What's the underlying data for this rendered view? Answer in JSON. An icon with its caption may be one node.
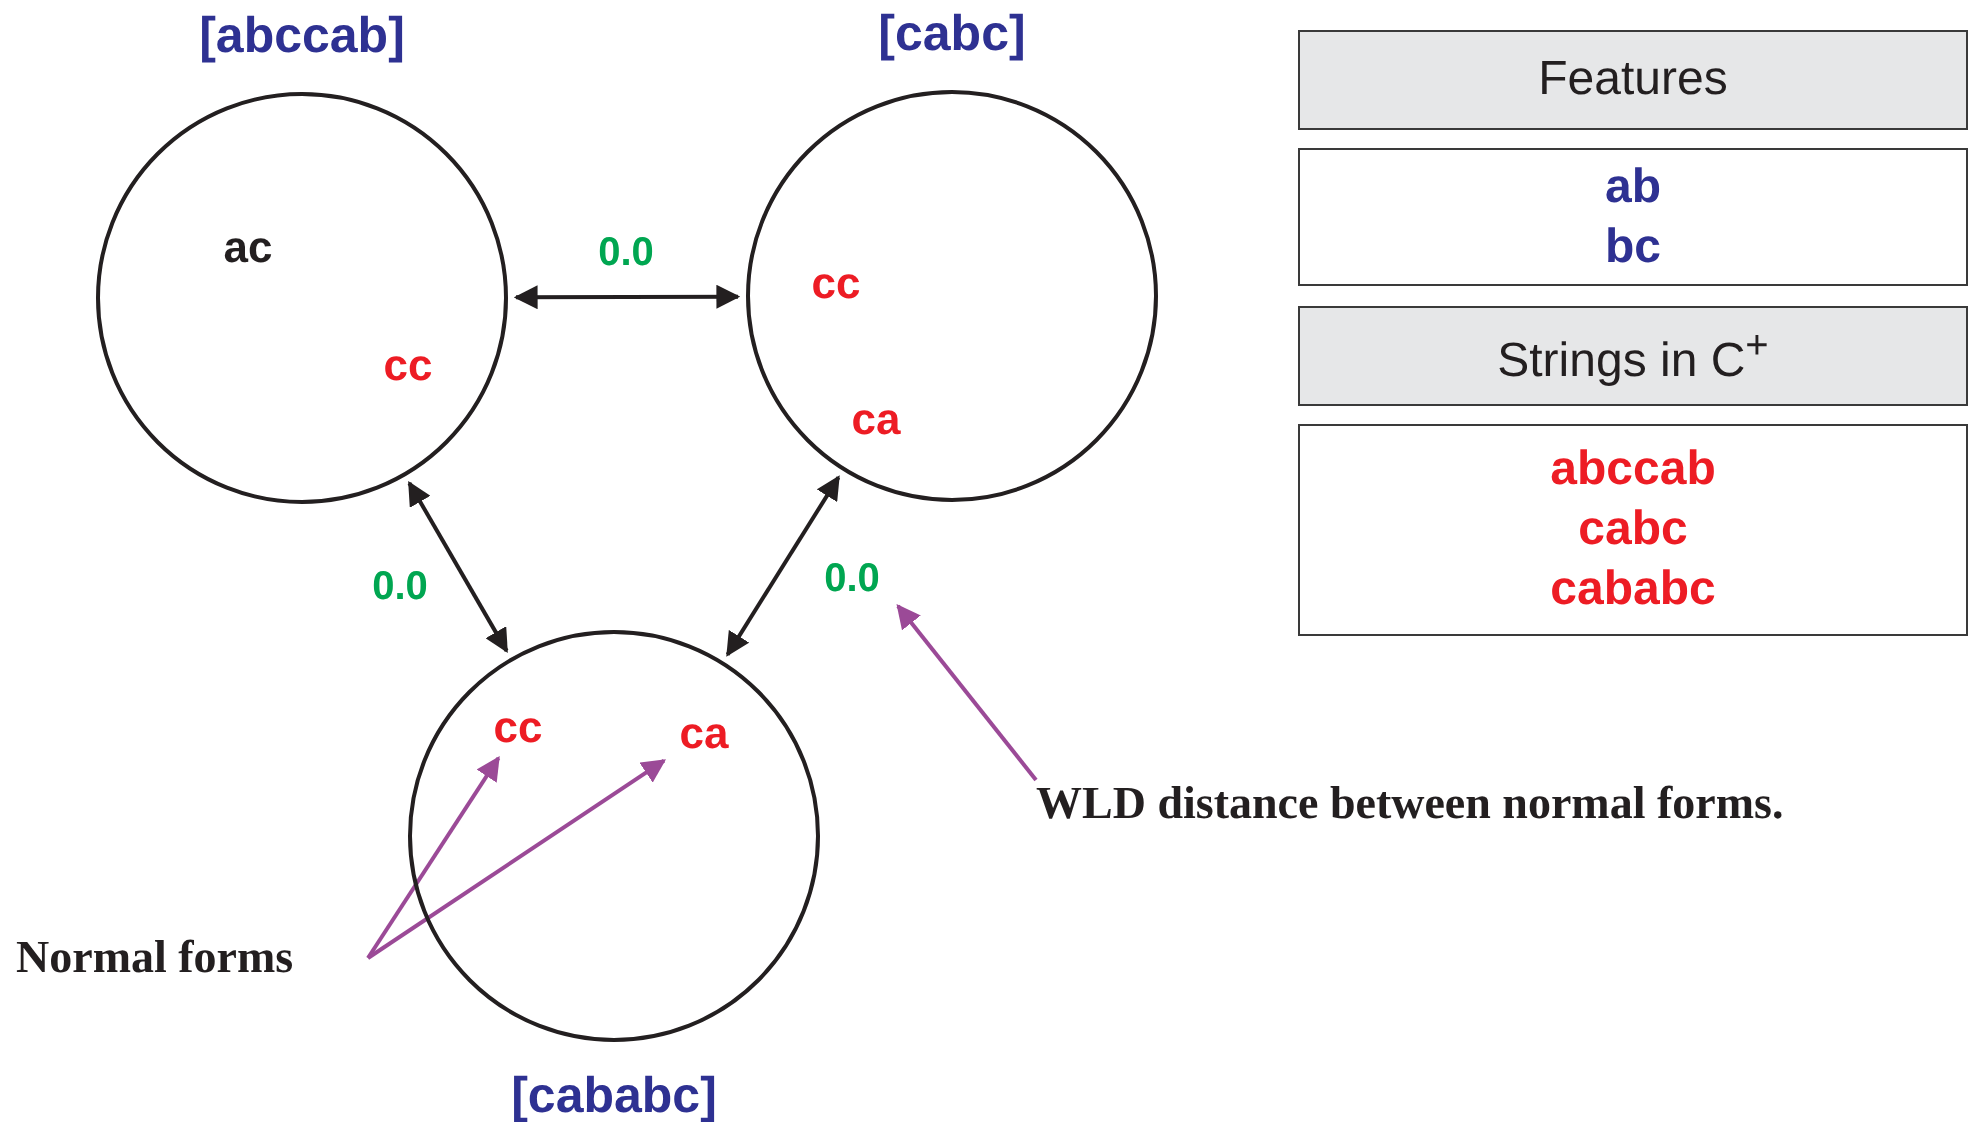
{
  "diagram": {
    "nodes": [
      {
        "text": [
          "[abccab]"
        ]
      },
      {
        "text": [
          "ac"
        ],
        "in": 0
      },
      {
        "text": [
          "cc"
        ],
        "in": 0
      },
      {
        "text": [
          "[cabc]"
        ]
      },
      {
        "text": [
          "cc"
        ],
        "in": 3
      },
      {
        "text": [
          "ca"
        ],
        "in": 3
      },
      {
        "text": [
          "[cababc]"
        ]
      },
      {
        "text": [
          "cc"
        ],
        "in": 6
      },
      {
        "text": [
          "ca"
        ],
        "in": 6
      },
      {
        "text": [
          "Normal forms"
        ]
      },
      {
        "text": [
          "WLD distance between normal forms."
        ]
      },
      {
        "text": [
          "Features"
        ]
      },
      {
        "text": [
          "ab",
          "bc"
        ]
      },
      {
        "text": [
          "Strings in C$^{+}$"
        ]
      },
      {
        "text": [
          "abccab",
          "cabc",
          "cababc"
        ]
      }
    ],
    "edges": [
      {
        "from": 0,
        "to": 3,
        "arrow": "both",
        "label": "0.0"
      },
      {
        "from": 0,
        "to": 6,
        "arrow": "both",
        "label": "0.0"
      },
      {
        "from": 3,
        "to": 6,
        "arrow": "both",
        "label": "0.0"
      },
      {
        "from": 9,
        "to": 7,
        "arrow": "to",
        "color": "#9b4a97"
      },
      {
        "from": 9,
        "to": 8,
        "arrow": "to",
        "color": "#9b4a97"
      },
      {
        "from": 10,
        "to": null,
        "arrow": "to",
        "color": "#9b4a97"
      }
    ]
  }
}
